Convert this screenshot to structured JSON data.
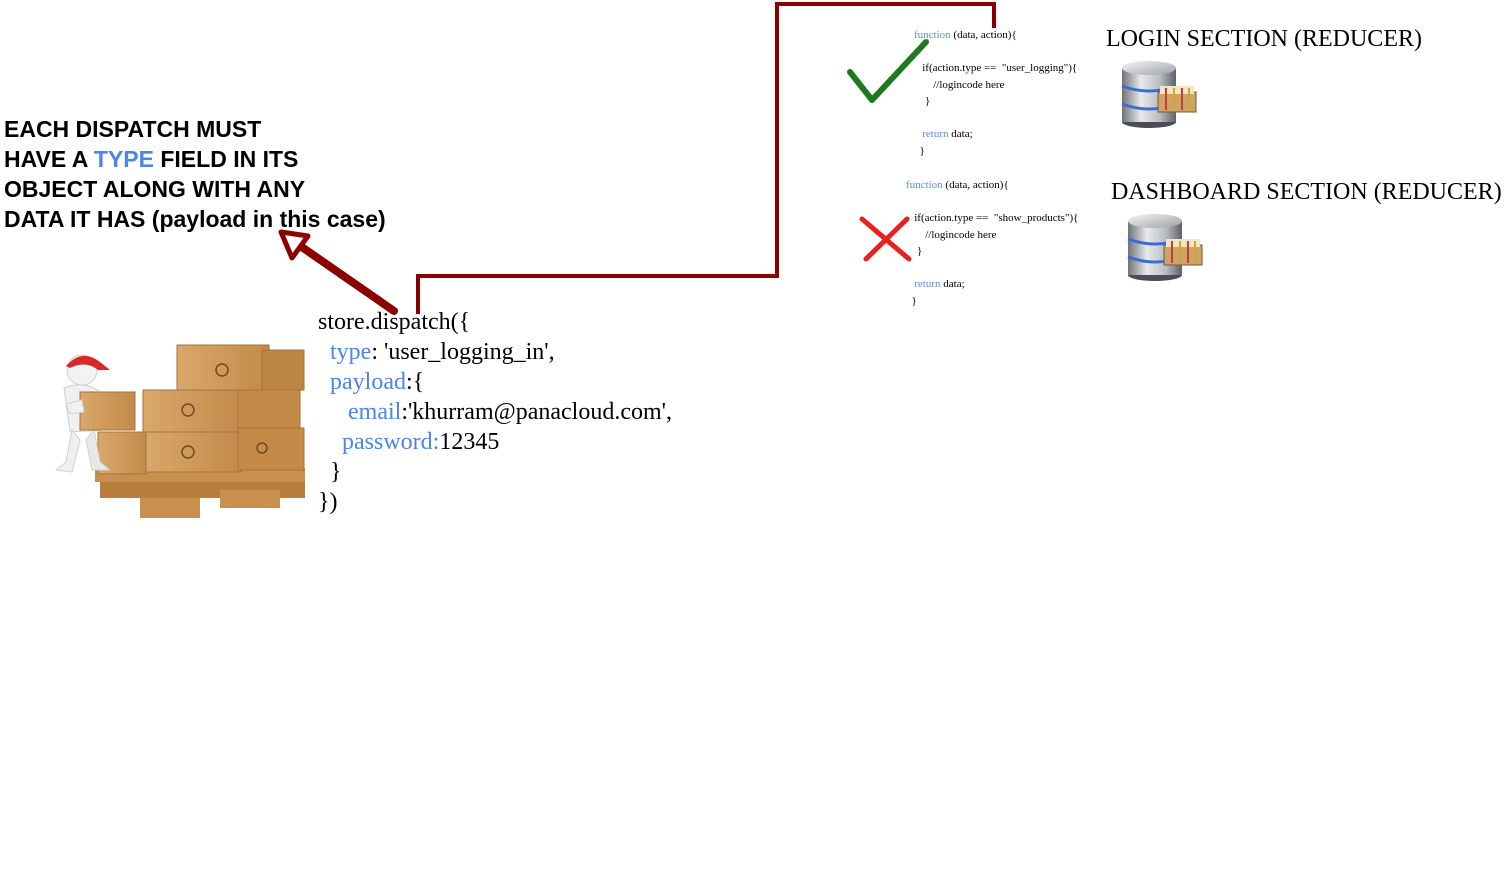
{
  "headline": {
    "line1": "EACH DISPATCH MUST",
    "line2_before": "HAVE A ",
    "line2_type": "TYPE",
    "line2_after": " FIELD IN ITS",
    "line3": "OBJECT ALONG WITH ANY",
    "line4": "DATA IT HAS (payload in this case)"
  },
  "dispatch": {
    "call": "store.dispatch({",
    "type_key": "type",
    "type_value": ": 'user_logging_in',",
    "payload_key": "payload",
    "payload_open": ":{",
    "email_key": "email",
    "email_value": ":'khurram@panacloud.com',",
    "password_key": "password:",
    "password_value": "12345",
    "close_inner": "}",
    "close_outer": "})"
  },
  "login_reducer": {
    "title": "LOGIN SECTION (REDUCER)",
    "fn_keyword": "function",
    "fn_sig": " (data, action){",
    "if_line": "if(action.type ==  \"user_logging\"){",
    "comment": "//logincode here",
    "close_if": "}",
    "return_keyword": "return",
    "return_rest": " data;",
    "close_fn": "}",
    "status": "match"
  },
  "dashboard_reducer": {
    "title": "DASHBOARD SECTION (REDUCER)",
    "fn_keyword": "function",
    "fn_sig": " (data, action){",
    "if_line": "if(action.type ==  \"show_products\"){",
    "comment": "//logincode here",
    "close_if": "}",
    "return_keyword": "return",
    "return_rest": " data;",
    "close_fn": "}",
    "status": "no-match"
  },
  "colors": {
    "connector": "#8b0000",
    "check": "#1f7a1f",
    "cross": "#e8201e",
    "keyword": "#4a86e8"
  },
  "icons": {
    "worker": "worker-with-boxes-icon",
    "database": "database-icon",
    "check": "check-icon",
    "cross": "cross-icon"
  }
}
